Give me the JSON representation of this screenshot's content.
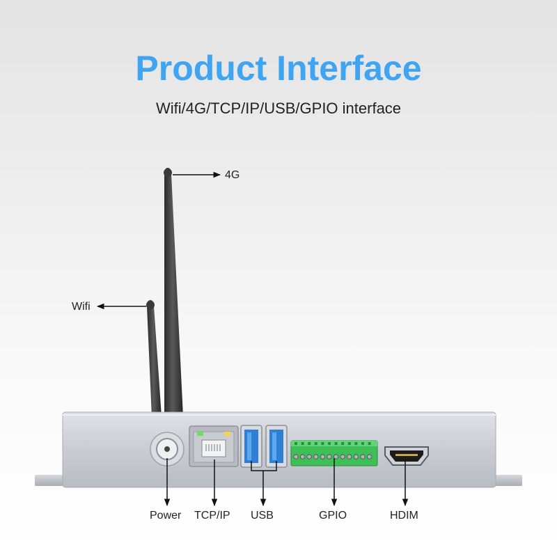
{
  "header": {
    "title": "Product Interface",
    "subtitle": "Wifi/4G/TCP/IP/USB/GPIO interface"
  },
  "labels": {
    "antenna_4g": "4G",
    "antenna_wifi": "Wifi",
    "power": "Power",
    "tcpip": "TCP/IP",
    "usb": "USB",
    "gpio": "GPIO",
    "hdmi": "HDIM"
  },
  "colors": {
    "title": "#3fa4f1",
    "usb_port": "#2f7fd6",
    "gpio_terminal": "#3fbf58",
    "ethernet_led_green": "#6ee05a",
    "ethernet_led_yellow": "#f3d650"
  }
}
